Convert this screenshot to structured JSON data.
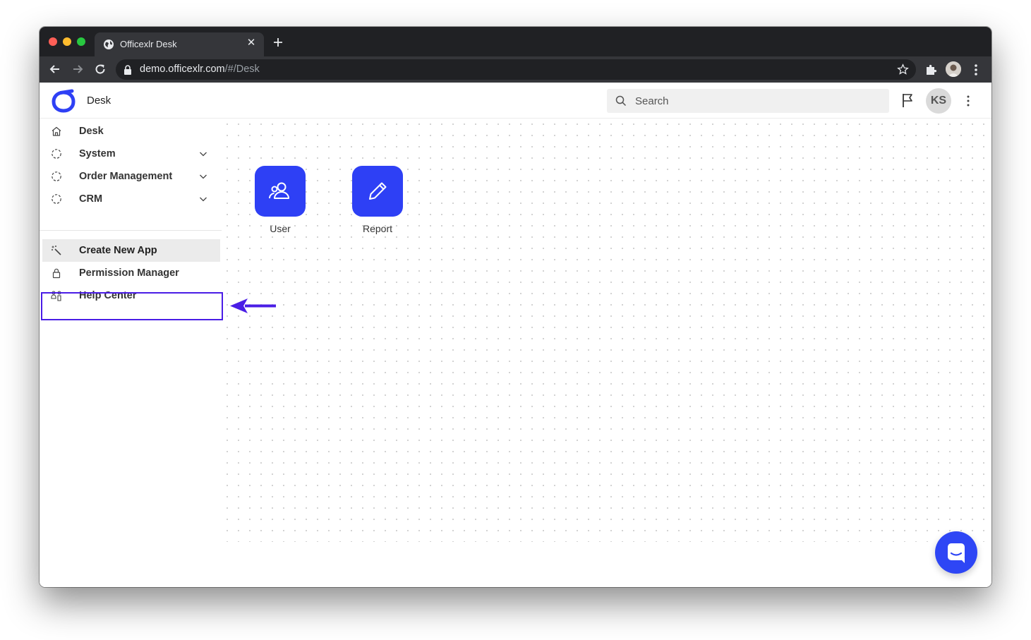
{
  "browser": {
    "tab_title": "Officexlr Desk",
    "url_host": "demo.officexlr.com",
    "url_path": "/#/Desk"
  },
  "header": {
    "title": "Desk",
    "search_placeholder": "Search",
    "avatar_initials": "KS"
  },
  "sidebar": {
    "items": [
      {
        "label": "Desk",
        "icon": "home-icon",
        "expandable": false
      },
      {
        "label": "System",
        "icon": "dashed-circle-icon",
        "expandable": true
      },
      {
        "label": "Order Management",
        "icon": "dashed-circle-icon",
        "expandable": true
      },
      {
        "label": "CRM",
        "icon": "dashed-circle-icon",
        "expandable": true
      }
    ],
    "tools": [
      {
        "label": "Create New App",
        "icon": "magic-wand-icon",
        "highlighted": true
      },
      {
        "label": "Permission Manager",
        "icon": "lock-icon"
      },
      {
        "label": "Help Center",
        "icon": "help-people-icon"
      }
    ]
  },
  "apps": [
    {
      "label": "User",
      "icon": "users-icon"
    },
    {
      "label": "Report",
      "icon": "pencil-icon"
    }
  ],
  "colors": {
    "accent": "#2e40f5",
    "highlight_box": "#4a1de6",
    "chrome_dark": "#202124",
    "chrome_tab": "#35363a"
  }
}
